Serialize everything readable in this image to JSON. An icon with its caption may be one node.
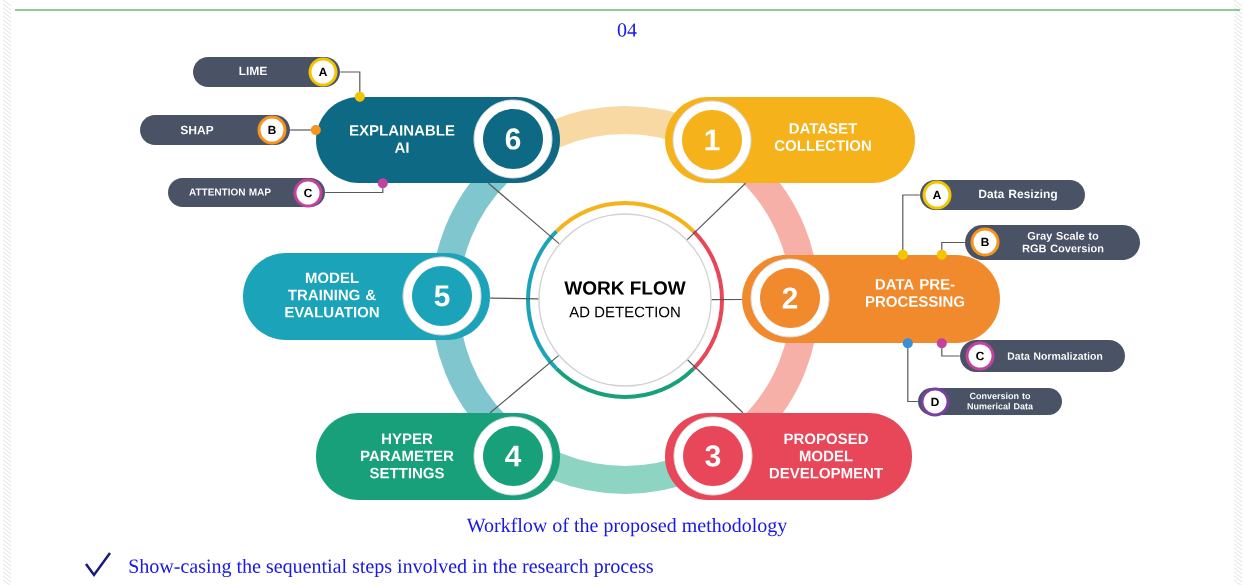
{
  "diagram": {
    "caption": "Workflow of the proposed methodology",
    "nodes": [
      {
        "text": [
          "WORK FLOW",
          "AD DETECTION"
        ]
      },
      {
        "text": [
          "1",
          "DATASET COLLECTION"
        ]
      },
      {
        "text": [
          "2",
          "DATA PRE-PROCESSING"
        ]
      },
      {
        "text": [
          "3",
          "PROPOSED MODEL DEVELOPMENT"
        ]
      },
      {
        "text": [
          "HYPER PARAMETER SETTINGS",
          "4"
        ]
      },
      {
        "text": [
          "MODEL TRAINING & EVALUATION",
          "5"
        ]
      },
      {
        "text": [
          "EXPLAINABLE AI",
          "6"
        ]
      },
      {
        "text": [
          "LIME",
          "A"
        ]
      },
      {
        "text": [
          "SHAP",
          "B"
        ]
      },
      {
        "text": [
          "ATTENTION MAP",
          "C"
        ]
      },
      {
        "text": [
          "A",
          "Data Resizing"
        ]
      },
      {
        "text": [
          "B",
          "Gray Scale to RGB Coversion"
        ]
      },
      {
        "text": [
          "C",
          "Data Normalization"
        ]
      },
      {
        "text": [
          "D",
          "Conversion to Numerical Data"
        ]
      }
    ],
    "edges": [
      {
        "from": 0,
        "to": 1,
        "arrow": "none"
      },
      {
        "from": 0,
        "to": 2,
        "arrow": "none"
      },
      {
        "from": 0,
        "to": 3,
        "arrow": "none"
      },
      {
        "from": 0,
        "to": 4,
        "arrow": "none"
      },
      {
        "from": 0,
        "to": 5,
        "arrow": "none"
      },
      {
        "from": 0,
        "to": 6,
        "arrow": "none"
      },
      {
        "from": 6,
        "to": 7,
        "arrow": "none"
      },
      {
        "from": 6,
        "to": 8,
        "arrow": "none"
      },
      {
        "from": 6,
        "to": 9,
        "arrow": "none"
      },
      {
        "from": 2,
        "to": 10,
        "arrow": "none"
      },
      {
        "from": 2,
        "to": 11,
        "arrow": "none"
      },
      {
        "from": 2,
        "to": 12,
        "arrow": "none"
      },
      {
        "from": 2,
        "to": 13,
        "arrow": "none"
      }
    ],
    "labels": [
      "04",
      "Show-casing the sequential steps involved in the research process"
    ]
  }
}
